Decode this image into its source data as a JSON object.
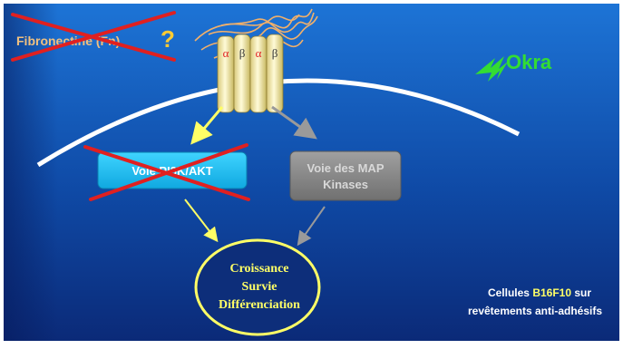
{
  "top_left_label": "Fibronectine (Fn)",
  "question_mark": "?",
  "integrin_subunits": [
    "α",
    "β",
    "α",
    "β"
  ],
  "okra_label": "Okra",
  "pathway_left": "Voie PI3K/AKT",
  "pathway_right_line1": "Voie des MAP",
  "pathway_right_line2": "Kinases",
  "outcome_lines": [
    "Croissance",
    "Survie",
    "Différenciation"
  ],
  "caption_line1_before": "Cellules ",
  "caption_line1_highlight": "B16F10",
  "caption_line1_after": " sur",
  "caption_line2": "revêtements anti-adhésifs",
  "colors": {
    "background_top": "#1d74d6",
    "background_bottom": "#0b2a78",
    "yellow": "#ffff66",
    "orange": "#f0b040",
    "green": "#33dd33",
    "red_cross": "#e02020",
    "cyan_box": "#19c0f0",
    "gray_box": "#8a8a8a"
  }
}
